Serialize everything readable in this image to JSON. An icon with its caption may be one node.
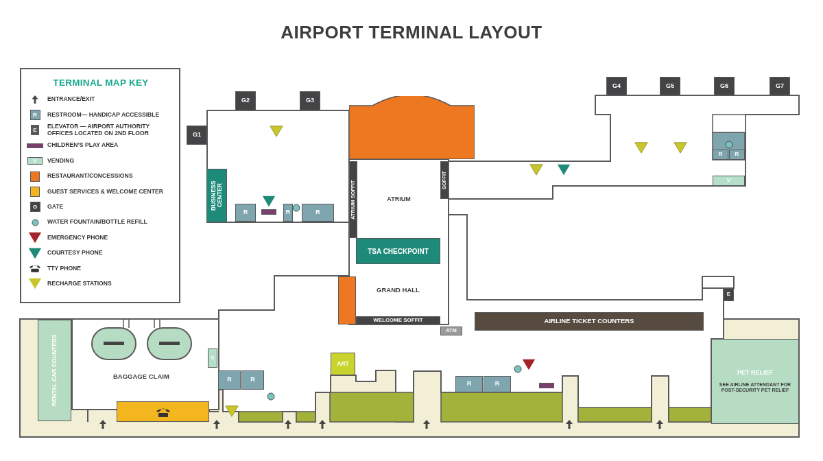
{
  "diagram": {
    "title": "AIRPORT TERMINAL LAYOUT",
    "nodes": [
      {
        "text": [
          "G1"
        ]
      },
      {
        "text": [
          "G2"
        ]
      },
      {
        "text": [
          "G3"
        ]
      },
      {
        "text": [
          "G4"
        ]
      },
      {
        "text": [
          "G5"
        ]
      },
      {
        "text": [
          "G6"
        ]
      },
      {
        "text": [
          "G7"
        ]
      },
      {
        "text": [
          "BUSINESS CENTER"
        ]
      },
      {
        "text": [
          "R"
        ]
      },
      {
        "text": [
          "R"
        ]
      },
      {
        "text": [
          "R"
        ]
      },
      {
        "text": [],
        "shape": "box"
      },
      {
        "text": [
          "ATRIUM SOFFIT"
        ]
      },
      {
        "text": [
          "ATRIUM"
        ]
      },
      {
        "text": [
          "SOFFIT"
        ]
      },
      {
        "text": [
          "TSA CHECKPOINT"
        ]
      },
      {
        "text": [
          "GRAND HALL"
        ]
      },
      {
        "text": [
          "WELCOME SOFFIT"
        ]
      },
      {
        "text": [],
        "shape": "box"
      },
      {
        "text": [
          "ATM"
        ]
      },
      {
        "text": [
          "AIRLINE TICKET COUNTERS"
        ]
      },
      {
        "text": [
          "E"
        ]
      },
      {
        "text": [
          "R"
        ]
      },
      {
        "text": [
          "R"
        ]
      },
      {
        "text": [
          "V"
        ]
      },
      {
        "text": [
          "V"
        ]
      },
      {
        "text": [
          "ART"
        ]
      },
      {
        "text": [
          "R"
        ]
      },
      {
        "text": [
          "R"
        ]
      },
      {
        "text": [
          "RENTAL CAR COUNTERS"
        ]
      },
      {
        "text": [],
        "shape": "box"
      },
      {
        "text": [
          "R"
        ]
      },
      {
        "text": [
          "R"
        ]
      },
      {
        "text": [
          "PET RELIEF",
          "SEE AIRLINE ATTENDANT FOR POST-SECURITY PET RELIEF"
        ]
      }
    ],
    "labels": [
      "TERMINAL MAP KEY",
      "R",
      "E",
      "V",
      "G",
      "BAGGAGE CLAIM"
    ],
    "legend": [
      {
        "text": "ENTRANCE/EXIT"
      },
      {
        "text": "RESTROOM— HANDICAP ACCESSIBLE",
        "color": "#7fa6ae"
      },
      {
        "text": "ELEVATOR — AIRPORT AUTHORITY OFFICES LOCATED ON 2ND FLOOR",
        "color": "#58585a"
      },
      {
        "text": "CHILDREN’S PLAY AREA",
        "color": "#7b3f6e"
      },
      {
        "text": "VENDING",
        "color": "#b5dfc8"
      },
      {
        "text": "RESTAURANT/CONCESSIONS",
        "color": "#ee7722"
      },
      {
        "text": "GUEST SERVICES & WELCOME CENTER",
        "color": "#f3b61f"
      },
      {
        "text": "GATE",
        "color": "#444446"
      },
      {
        "text": "WATER FOUNTAIN/BOTTLE REFILL"
      },
      {
        "text": "EMERGENCY PHONE"
      },
      {
        "text": "COURTESY PHONE"
      },
      {
        "text": "TTY PHONE"
      },
      {
        "text": "RECHARGE STATIONS"
      }
    ]
  }
}
